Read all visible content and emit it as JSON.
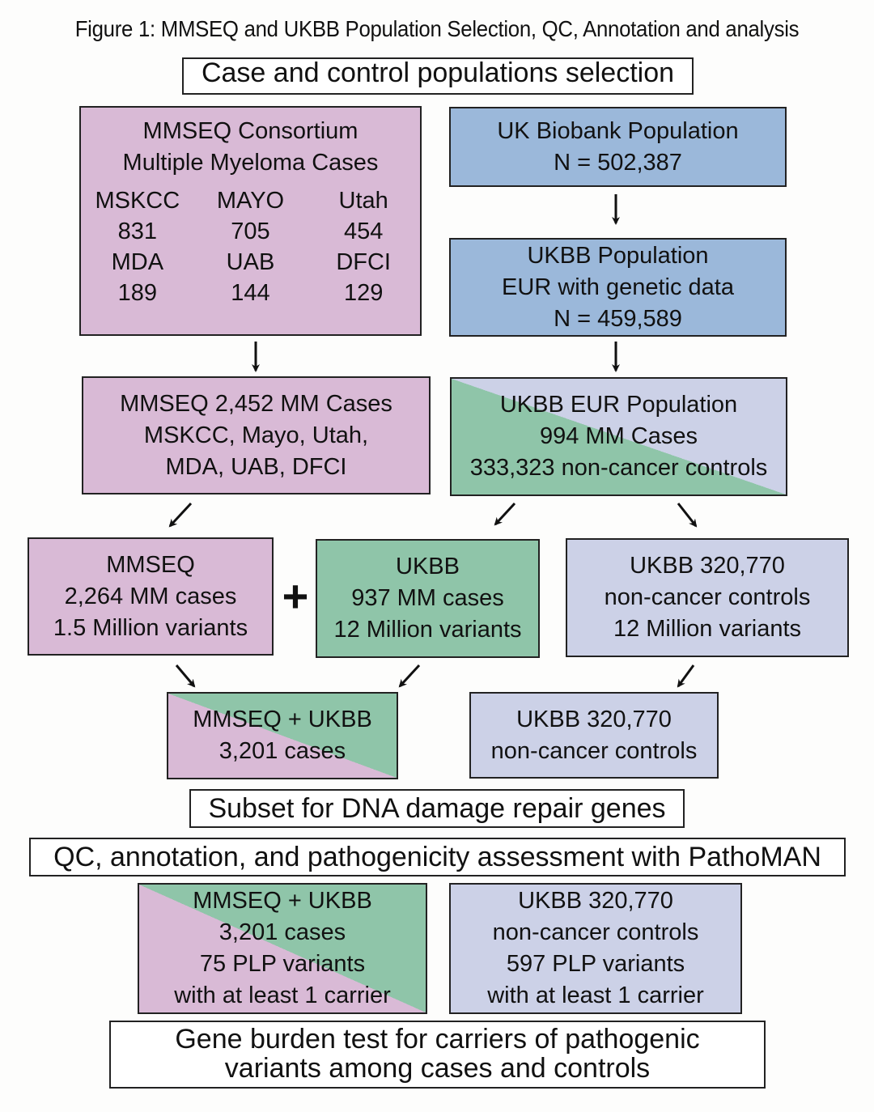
{
  "title": "Figure 1: MMSEQ and UKBB Population Selection, QC, Annotation and analysis",
  "sections": {
    "selection": "Case and control populations selection",
    "subset": "Subset for DNA damage repair genes",
    "qc": "QC, annotation, and pathogenicity assessment with PathoMAN",
    "burden": [
      "Gene burden test for carriers of pathogenic",
      "variants among cases and controls"
    ]
  },
  "mmseq_consortium": {
    "lines": [
      "MMSEQ Consortium",
      "Multiple Myeloma Cases"
    ],
    "sites": [
      {
        "name": "MSKCC",
        "n": "831"
      },
      {
        "name": "MAYO",
        "n": "705"
      },
      {
        "name": "Utah",
        "n": "454"
      },
      {
        "name": "MDA",
        "n": "189"
      },
      {
        "name": "UAB",
        "n": "144"
      },
      {
        "name": "DFCI",
        "n": "129"
      }
    ]
  },
  "ukb_population": [
    "UK Biobank Population",
    "N = 502,387"
  ],
  "ukbb_eur_genetic": [
    "UKBB Population",
    "EUR with genetic data",
    "N = 459,589"
  ],
  "mmseq_cases": [
    "MMSEQ 2,452 MM Cases",
    "MSKCC, Mayo, Utah,",
    "MDA, UAB, DFCI"
  ],
  "ukbb_eur": [
    "UKBB EUR Population",
    "994 MM Cases",
    "333,323 non-cancer controls"
  ],
  "mmseq_variants": [
    "MMSEQ",
    "2,264 MM cases",
    "1.5 Million variants"
  ],
  "plus": "+",
  "ukbb_cases_variants": [
    "UKBB",
    "937 MM cases",
    "12 Million variants"
  ],
  "ukbb_controls_variants": [
    "UKBB 320,770",
    "non-cancer controls",
    "12 Million variants"
  ],
  "combined_cases": [
    "MMSEQ + UKBB",
    "3,201 cases"
  ],
  "controls": [
    "UKBB 320,770",
    "non-cancer controls"
  ],
  "final_cases": [
    "MMSEQ + UKBB",
    "3,201 cases",
    "75 PLP variants",
    "with at least 1 carrier"
  ],
  "final_controls": [
    "UKBB 320,770",
    "non-cancer controls",
    "597 PLP variants",
    "with at least 1 carrier"
  ],
  "colors": {
    "mmseq": "#d9bad6",
    "ukb": "#9bb8da",
    "ukbb_cases": "#8fc5a9",
    "ukbb_controls": "#ccd1e7"
  }
}
